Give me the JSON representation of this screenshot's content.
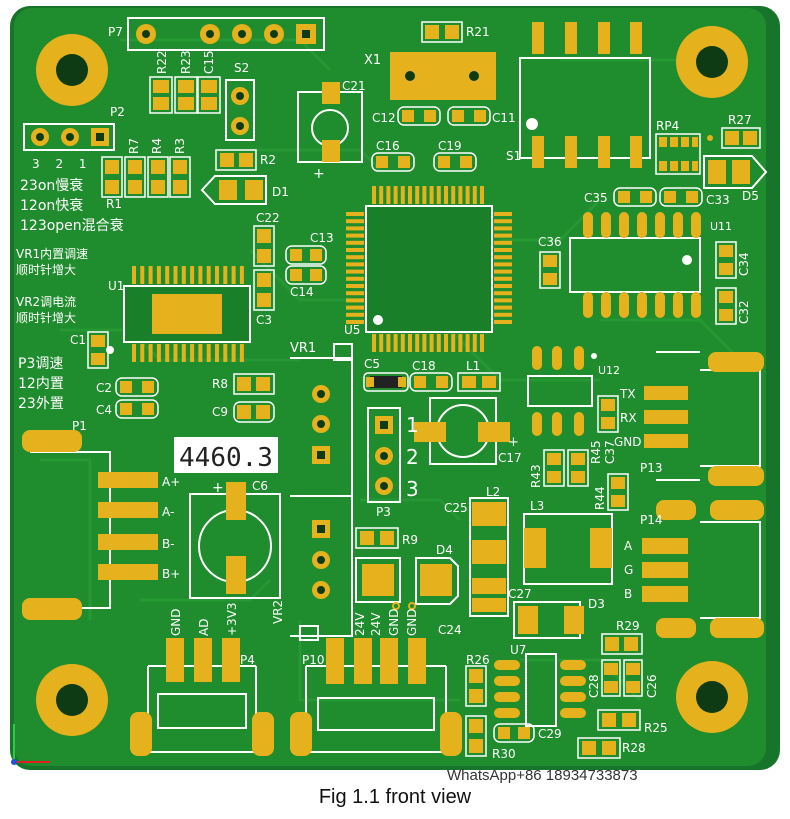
{
  "figure": {
    "caption": "Fig 1.1 front view",
    "watermark": "WhatsApp+86 18934733873"
  },
  "colors": {
    "board": "#1c8a2a",
    "pad_gold": "#e5b21d",
    "silk": "#ffffff",
    "lcd_bg": "#ffffff"
  },
  "display": {
    "reading": "4460.3"
  },
  "labels": {
    "p7": "P7",
    "r22": "R22",
    "r23": "R23",
    "c15": "C15",
    "s2": "S2",
    "x1": "X1",
    "r21": "R21",
    "c21": "C21",
    "c12": "C12",
    "c11": "C11",
    "s1": "S1",
    "rp4": "RP4",
    "r27": "R27",
    "d5": "D5",
    "c33": "C33",
    "c35": "C35",
    "u11": "U11",
    "c36": "C36",
    "c34": "C34",
    "c32": "C32",
    "p2": "P2",
    "p2_pins": "3 2 1",
    "r7": "R7",
    "r4": "R4",
    "r3": "R3",
    "r1": "R1",
    "r2": "R2",
    "d1": "D1",
    "c16": "C16",
    "c19": "C19",
    "c22": "C22",
    "c13": "C13",
    "c14": "C14",
    "c3": "C3",
    "u1": "U1",
    "u5": "U5",
    "c1": "C1",
    "c2": "C2",
    "c4": "C4",
    "r8": "R8",
    "c9": "C9",
    "vr1": "VR1",
    "c5": "C5",
    "c18": "C18",
    "l1": "L1",
    "u12": "U12",
    "tx": "TX",
    "rx": "RX",
    "gnd": "GND",
    "r45": "R45",
    "c37": "C37",
    "r43": "R43",
    "r44": "R44",
    "p13": "P13",
    "c17": "C17",
    "p1": "P1",
    "a_plus": "A+",
    "a_minus": "A-",
    "b_minus": "B-",
    "b_plus": "B+",
    "c6": "C6",
    "c6_plus": "+",
    "p3": "P3",
    "p3_1": "1",
    "p3_2": "2",
    "p3_3": "3",
    "c25": "C25",
    "l2": "L2",
    "l3": "L3",
    "p14": "P14",
    "p14_a": "A",
    "p14_g": "G",
    "p14_b": "B",
    "r9": "R9",
    "d4": "D4",
    "vr2": "VR2",
    "c27": "C27",
    "d3": "D3",
    "c24": "C24",
    "r29": "R29",
    "c28": "C28",
    "c26": "C26",
    "p4_gnd": "GND",
    "p4_ad": "AD",
    "p4_3v3": "+3V3",
    "p4": "P4",
    "p10": "P10",
    "p10_24v_a": "24V",
    "p10_24v_b": "24V",
    "p10_gnd_a": "GND",
    "p10_gnd_b": "GND",
    "r26": "R26",
    "u7": "U7",
    "c29": "C29",
    "r30": "R30",
    "r25": "R25",
    "r28": "R28",
    "cn_line1": "23on慢衰",
    "cn_line2": "12on快衰",
    "cn_line3": "123open混合衰",
    "cn_vr1_a": "VR1内置调速",
    "cn_vr1_b": "顺时针增大",
    "cn_vr2_a": "VR2调电流",
    "cn_vr2_b": "顺时针增大",
    "cn_p3_a": "P3调速",
    "cn_p3_b": "12内置",
    "cn_p3_c": "23外置",
    "c21_plus": "+",
    "c17_plus": "+"
  }
}
